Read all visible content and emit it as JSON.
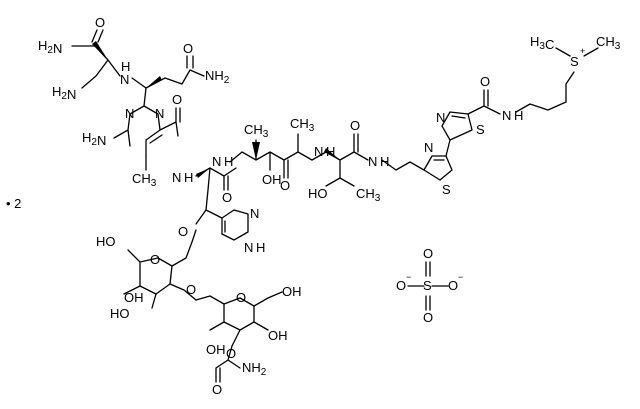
{
  "labels": {
    "nh2_top_left": "H2N",
    "o_amide_top": "O",
    "h2n_alpha": "H2N",
    "nh_link": "N",
    "nh_link_h": "H",
    "o_amide2": "O",
    "nh2_amide2": "NH2",
    "pyr_n1": "N",
    "pyr_n2": "N",
    "h2n_pyr": "H2N",
    "methyl_pyr": "CH3",
    "o_pyr_amide": "O",
    "hn_his": "N",
    "hn_his_h": "H",
    "o_his_co": "O",
    "o_glyc": "O",
    "im_n": "N",
    "im_nh": "N",
    "im_h": "H",
    "hn_val": "N",
    "hn_val_h": "H",
    "ch3_a": "CH3",
    "ch3_b": "CH3",
    "oh_val": "OH",
    "o_val": "O",
    "nh_thr": "N",
    "nh_thr_h": "H",
    "o_thr": "O",
    "ho_thr": "HO",
    "ch3_thr": "CH3",
    "nh_thr2": "N",
    "nh_thr2_h": "H",
    "s_thz1": "S",
    "n_thz1": "N",
    "s_thz2": "S",
    "n_thz2": "N",
    "o_thz_amide": "O",
    "nh_term": "N",
    "nh_term_h": "H",
    "s_plus": "S",
    "plus": "+",
    "h3c_s": "H3C",
    "ch3_s": "CH3",
    "dot2": "• 2",
    "ho_sugar_top": "HO",
    "o_sugar1": "O",
    "oh_sugar1a": "OH",
    "ho_sugar1b": "HO",
    "o_sugar_link": "O",
    "o_sugar2": "O",
    "oh_sugar2a": "OH",
    "oh_sugar2b": "OH",
    "o_sugar2_carb": "O",
    "oh_sugar2c": "OH",
    "o_carb": "O",
    "nh2_carb": "NH2",
    "sulfate_o_left": "O",
    "sulfate_s": "S",
    "sulfate_o_right": "O",
    "sulfate_o_top": "O",
    "sulfate_o_bot": "O",
    "minus": "−"
  }
}
